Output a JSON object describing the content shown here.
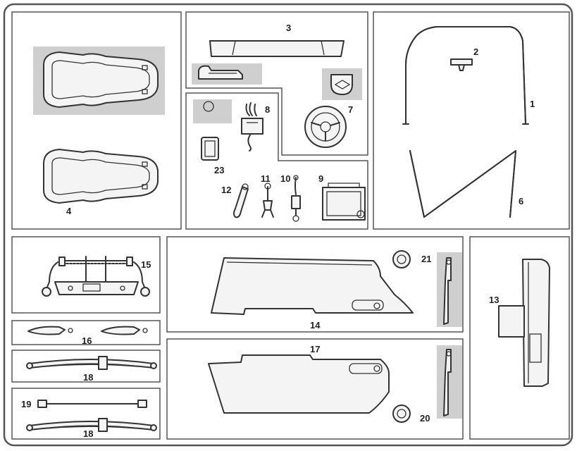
{
  "parts": [
    {
      "id": "1",
      "label": "1"
    },
    {
      "id": "2",
      "label": "2"
    },
    {
      "id": "3",
      "label": "3"
    },
    {
      "id": "4",
      "label": "4"
    },
    {
      "id": "6",
      "label": "6"
    },
    {
      "id": "7",
      "label": "7"
    },
    {
      "id": "8",
      "label": "8"
    },
    {
      "id": "9",
      "label": "9"
    },
    {
      "id": "10",
      "label": "10"
    },
    {
      "id": "11",
      "label": "11"
    },
    {
      "id": "12",
      "label": "12"
    },
    {
      "id": "13",
      "label": "13"
    },
    {
      "id": "14",
      "label": "14"
    },
    {
      "id": "15",
      "label": "15"
    },
    {
      "id": "16",
      "label": "16"
    },
    {
      "id": "17",
      "label": "17"
    },
    {
      "id": "18a",
      "label": "18"
    },
    {
      "id": "18b",
      "label": "18"
    },
    {
      "id": "19",
      "label": "19"
    },
    {
      "id": "20",
      "label": "20"
    },
    {
      "id": "21",
      "label": "21"
    },
    {
      "id": "23",
      "label": "23"
    }
  ],
  "colors": {
    "outline": "#333333",
    "shade": "#cfcfcf",
    "frame": "#555555"
  }
}
